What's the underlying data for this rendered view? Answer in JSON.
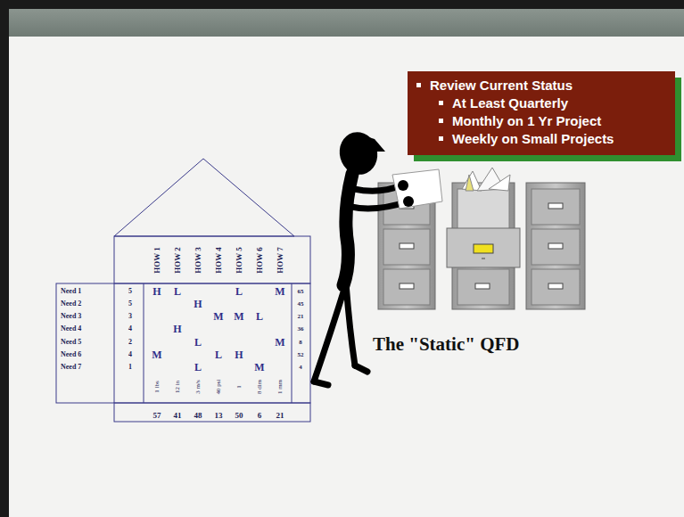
{
  "diagram": {
    "nodes": [
      {
        "text": [
          "Review Current Status",
          "At Least Quarterly",
          "Monthly on 1 Yr Project",
          "Weekly on Small Projects"
        ]
      }
    ],
    "labels": [
      "Need 1",
      "Need 2",
      "Need 3",
      "Need 4",
      "Need 5",
      "Need 6",
      "Need 7",
      "5",
      "5",
      "3",
      "4",
      "2",
      "4",
      "1",
      "HOW 1",
      "HOW 2",
      "HOW 3",
      "HOW 4",
      "HOW 5",
      "HOW 6",
      "HOW 7",
      "H",
      "L",
      "L",
      "M",
      "H",
      "M",
      "M",
      "L",
      "H",
      "L",
      "M",
      "M",
      "L",
      "H",
      "L",
      "M",
      "65",
      "45",
      "21",
      "36",
      "8",
      "52",
      "4",
      "1 lbs",
      "12 in",
      "3 m/s",
      "40 psi",
      "1",
      "8 dim",
      "1 mm",
      "57",
      "41",
      "48",
      "13",
      "50",
      "6",
      "21",
      "The \"Static\" QFD"
    ]
  }
}
